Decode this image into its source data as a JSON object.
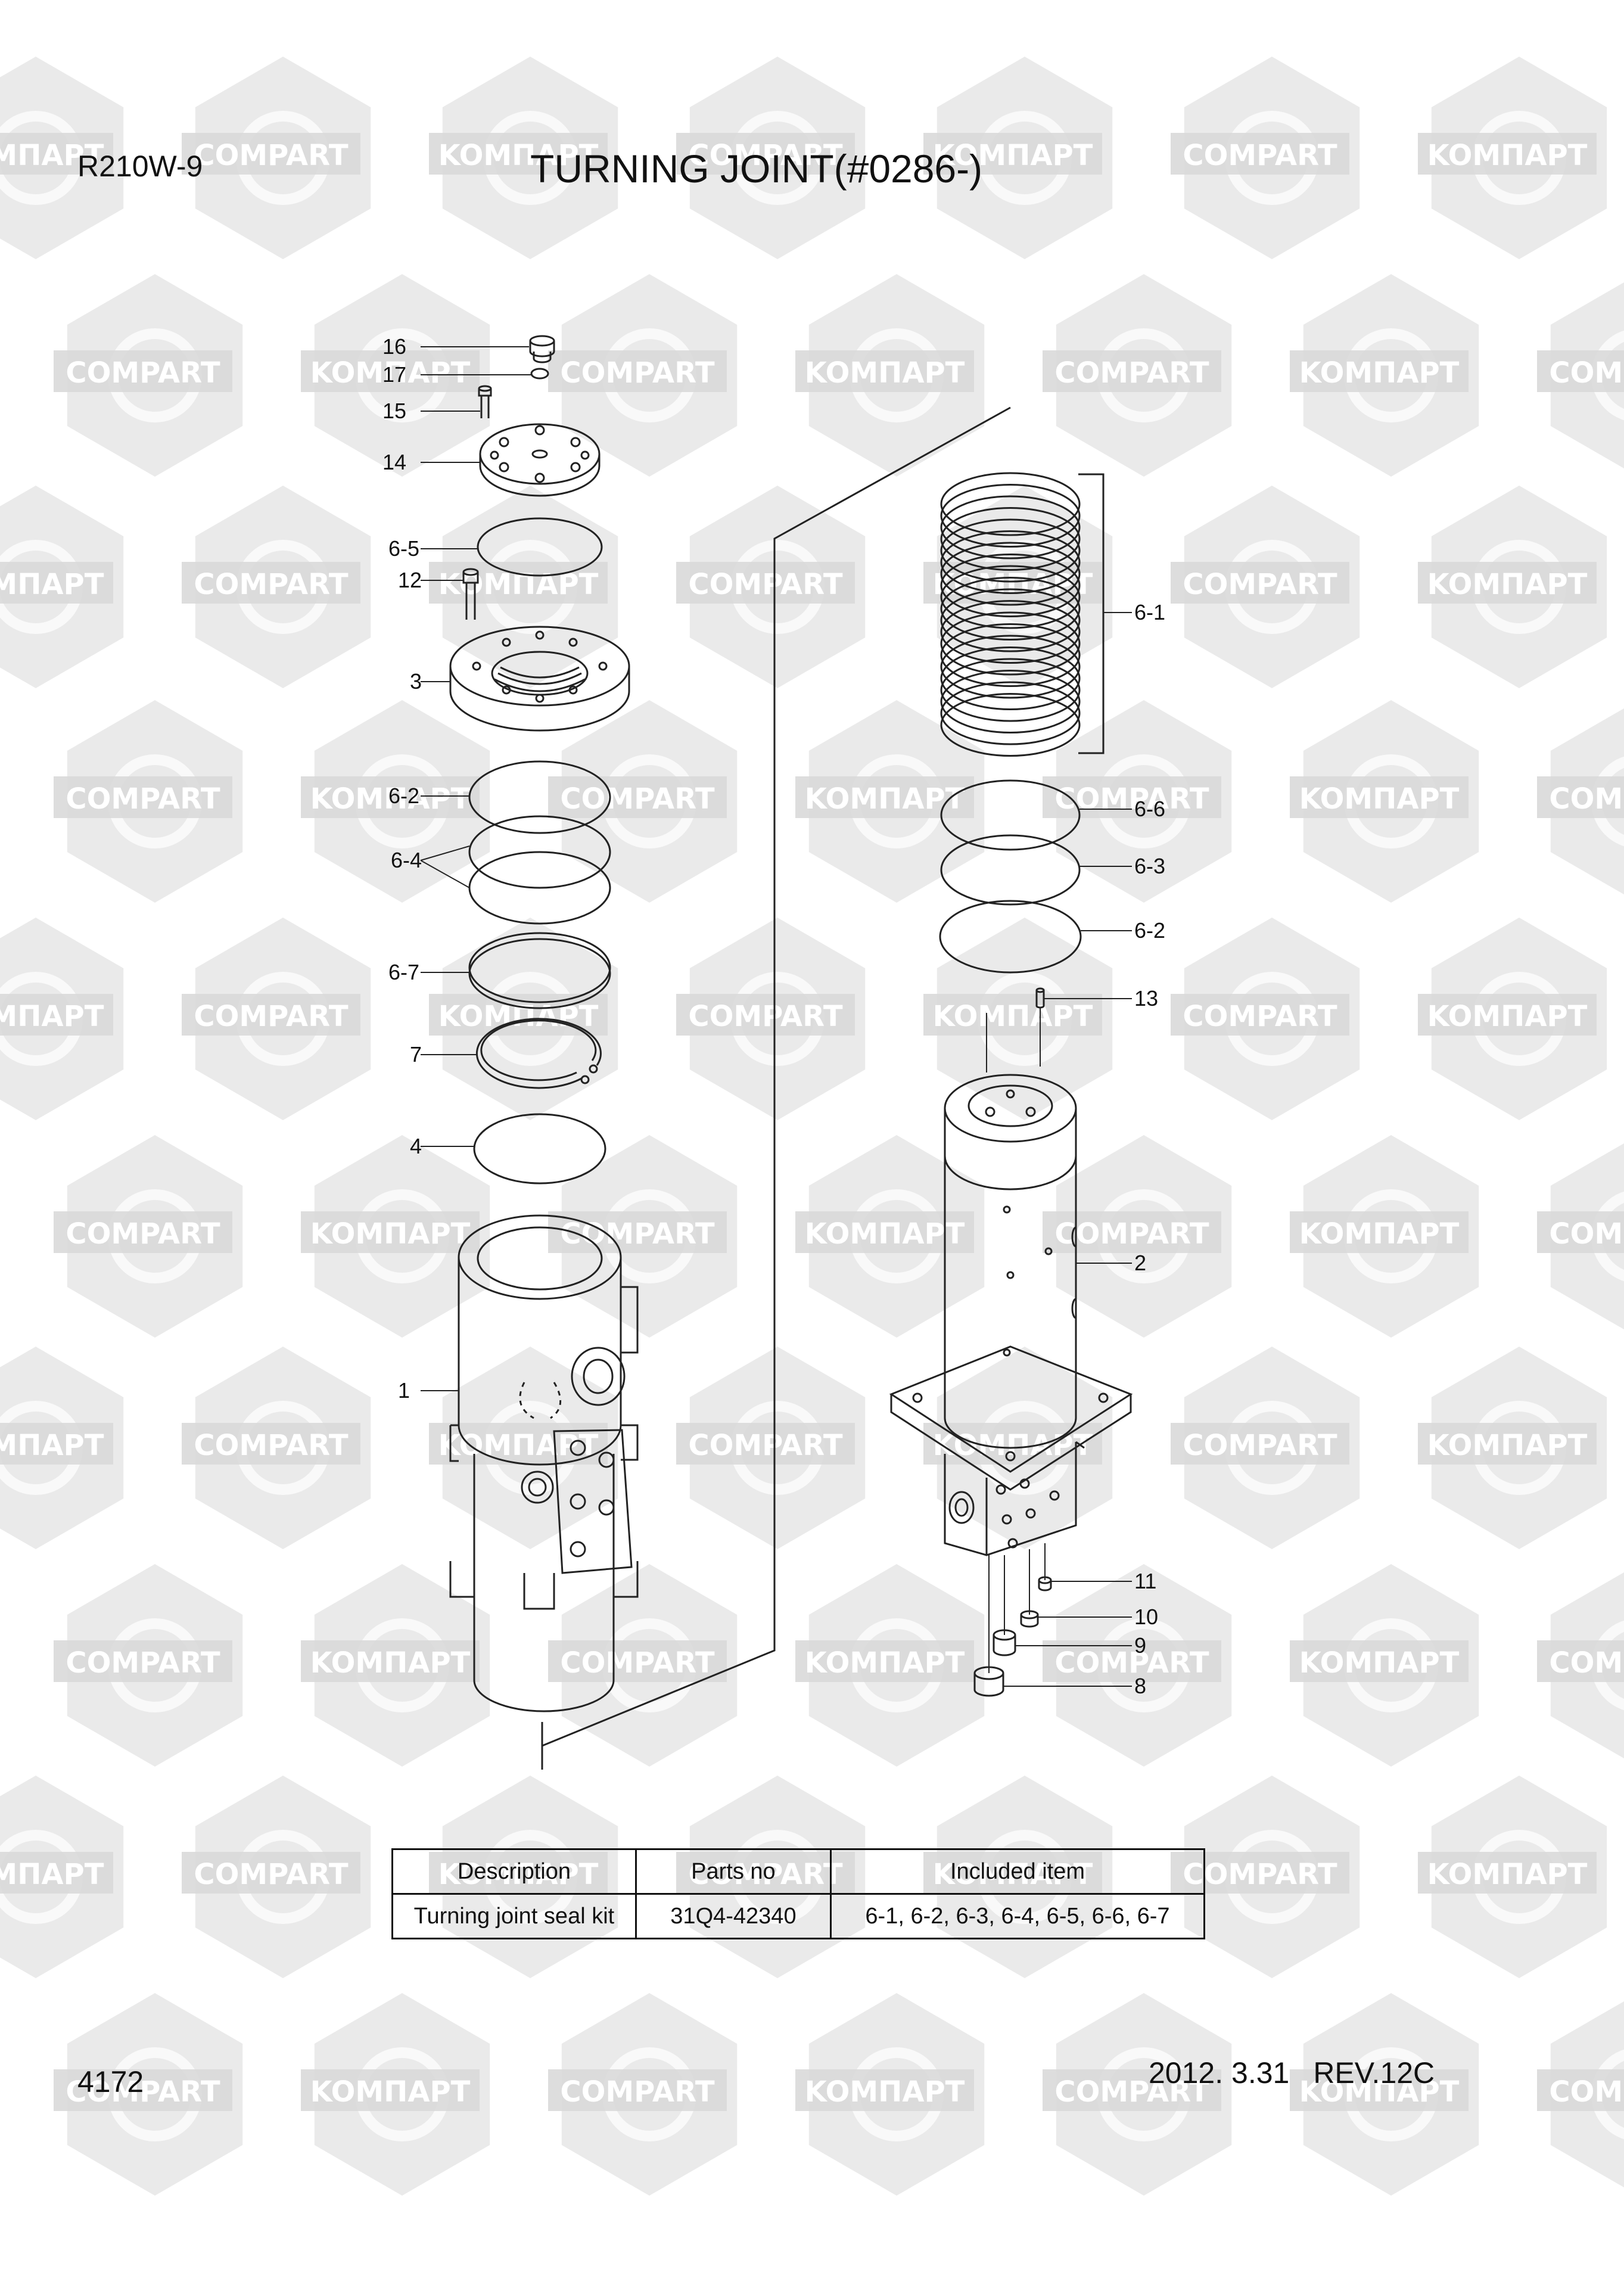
{
  "header": {
    "model": "R210W-9",
    "title": "TURNING JOINT(#0286-)"
  },
  "footer": {
    "page_number": "4172",
    "date": "2012. 3.31",
    "revision": "REV.12C"
  },
  "watermark": {
    "texts": [
      "KOMПАРТ",
      "COMPART"
    ],
    "color": "#d9d9d9"
  },
  "callouts": [
    {
      "id": "16",
      "label": "16"
    },
    {
      "id": "17",
      "label": "17"
    },
    {
      "id": "15",
      "label": "15"
    },
    {
      "id": "14",
      "label": "14"
    },
    {
      "id": "6-5",
      "label": "6-5"
    },
    {
      "id": "12",
      "label": "12"
    },
    {
      "id": "3",
      "label": "3"
    },
    {
      "id": "6-2-left",
      "label": "6-2"
    },
    {
      "id": "6-4",
      "label": "6-4"
    },
    {
      "id": "6-7",
      "label": "6-7"
    },
    {
      "id": "7",
      "label": "7"
    },
    {
      "id": "4",
      "label": "4"
    },
    {
      "id": "1",
      "label": "1"
    },
    {
      "id": "6-1",
      "label": "6-1"
    },
    {
      "id": "6-6",
      "label": "6-6"
    },
    {
      "id": "6-3",
      "label": "6-3"
    },
    {
      "id": "6-2-right",
      "label": "6-2"
    },
    {
      "id": "13",
      "label": "13"
    },
    {
      "id": "2",
      "label": "2"
    },
    {
      "id": "11",
      "label": "11"
    },
    {
      "id": "10",
      "label": "10"
    },
    {
      "id": "9",
      "label": "9"
    },
    {
      "id": "8",
      "label": "8"
    }
  ],
  "table": {
    "headers": [
      "Description",
      "Parts no",
      "Included item"
    ],
    "rows": [
      [
        "Turning joint seal kit",
        "31Q4-42340",
        "6-1, 6-2, 6-3, 6-4, 6-5, 6-6, 6-7"
      ]
    ]
  }
}
